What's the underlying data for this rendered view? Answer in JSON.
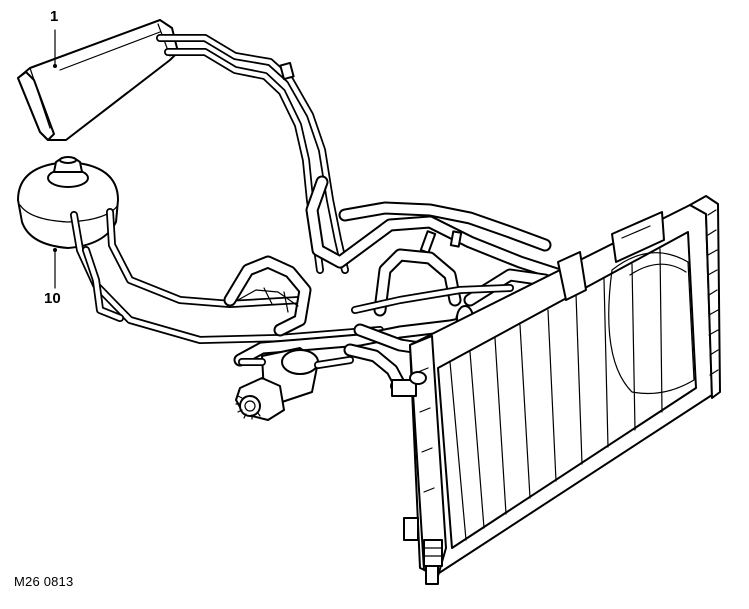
{
  "figure": {
    "callouts": [
      {
        "label": "1"
      },
      {
        "label": "10"
      }
    ],
    "figure_code": "M26 0813"
  }
}
